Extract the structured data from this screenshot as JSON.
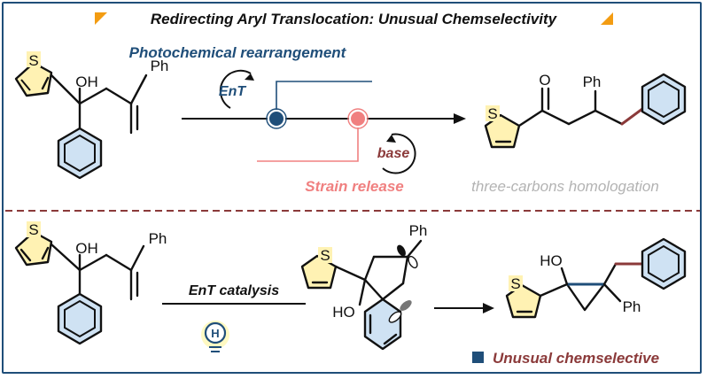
{
  "header": {
    "title": "Redirecting Aryl Translocation: Unusual Chemselectivity"
  },
  "top": {
    "photochem_label": "Photochemical rearrangement",
    "ent_label": "EnT",
    "base_label": "base",
    "strain_label": "Strain release",
    "homologation_label": "three-carbons homologation"
  },
  "bottom": {
    "catalysis_label": "EnT catalysis",
    "bulb_letter": "H",
    "chemselective_label": "Unusual chemselective"
  },
  "atoms": {
    "S": "S",
    "OH": "OH",
    "HO": "HO",
    "O": "O",
    "Ph": "Ph"
  },
  "colors": {
    "navy": "#1f4e79",
    "pink": "#f08080",
    "maroon": "#8b3a3a",
    "gray": "#b3b3b3",
    "orange": "#f39c12",
    "benzene_fill": "#cfe2f3",
    "thiophene_fill": "#fff2b3"
  }
}
